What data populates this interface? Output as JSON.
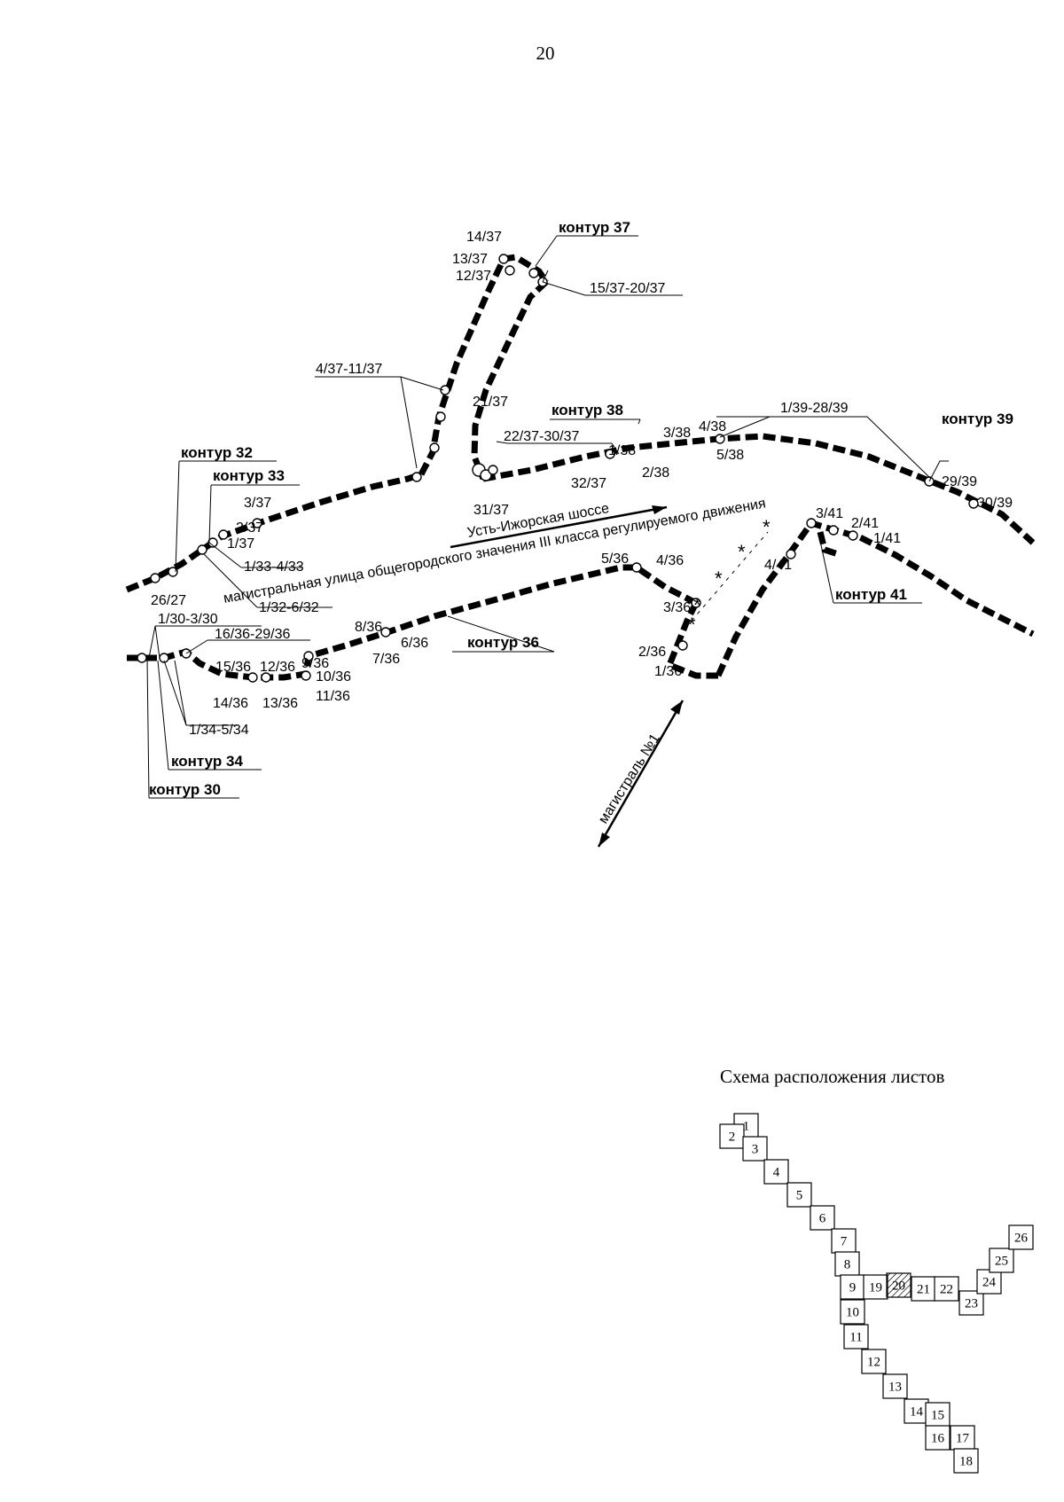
{
  "page_number": "20",
  "map": {
    "contours": {
      "c37": "контур 37",
      "c38": "контур 38",
      "c39": "контур 39",
      "c32": "контур 32",
      "c33": "контур 33",
      "c36": "контур 36",
      "c41": "контур 41",
      "c34": "контур 34",
      "c30": "контур 30"
    },
    "points": {
      "p14_37": "14/37",
      "p13_37": "13/37",
      "p12_37": "12/37",
      "p15_20_37": "15/37-20/37",
      "p4_11_37": "4/37-11/37",
      "p21_37": "21/37",
      "p22_30_37": "22/37-30/37",
      "p1_38": "1/38",
      "p2_38": "2/38",
      "p3_38": "3/38",
      "p4_38": "4/38",
      "p5_38": "5/38",
      "p32_37": "32/37",
      "p31_37": "31/37",
      "p1_28_39": "1/39-28/39",
      "p29_39": "29/39",
      "p30_39": "30/39",
      "p3_37": "3/37",
      "p2_37": "2/37",
      "p1_37": "1/37",
      "p1_4_33": "1/33-4/33",
      "p1_6_32": "1/32-6/32",
      "p26_27": "26/27",
      "p1_3_30": "1/30-3/30",
      "p16_29_36": "16/36-29/36",
      "p15_36": "15/36",
      "p12_36": "12/36",
      "p9_36": "9/36",
      "p10_36": "10/36",
      "p11_36": "11/36",
      "p14_36": "14/36",
      "p13_36": "13/36",
      "p8_36": "8/36",
      "p6_36": "6/36",
      "p7_36": "7/36",
      "p5_36": "5/36",
      "p4_36": "4/36",
      "p3_36": "3/36",
      "p2_36": "2/36",
      "p1_36": "1/36",
      "p1_5_34": "1/34-5/34",
      "p3_41": "3/41",
      "p2_41": "2/41",
      "p1_41": "1/41",
      "p4_41": "4/41"
    },
    "roads": {
      "highway": "Усть-Ижорская шоссе",
      "street": "магистральная улица общегородского значения III класса регулируемого движения",
      "main1": "магистраль №1"
    },
    "route_color": "#000000"
  },
  "scheme": {
    "title": "Схема расположения листов",
    "current_sheet": "20",
    "sheets": [
      "1",
      "2",
      "3",
      "4",
      "5",
      "6",
      "7",
      "8",
      "9",
      "10",
      "11",
      "12",
      "13",
      "14",
      "15",
      "16",
      "17",
      "18",
      "19",
      "20",
      "21",
      "22",
      "23",
      "24",
      "25",
      "26"
    ]
  }
}
